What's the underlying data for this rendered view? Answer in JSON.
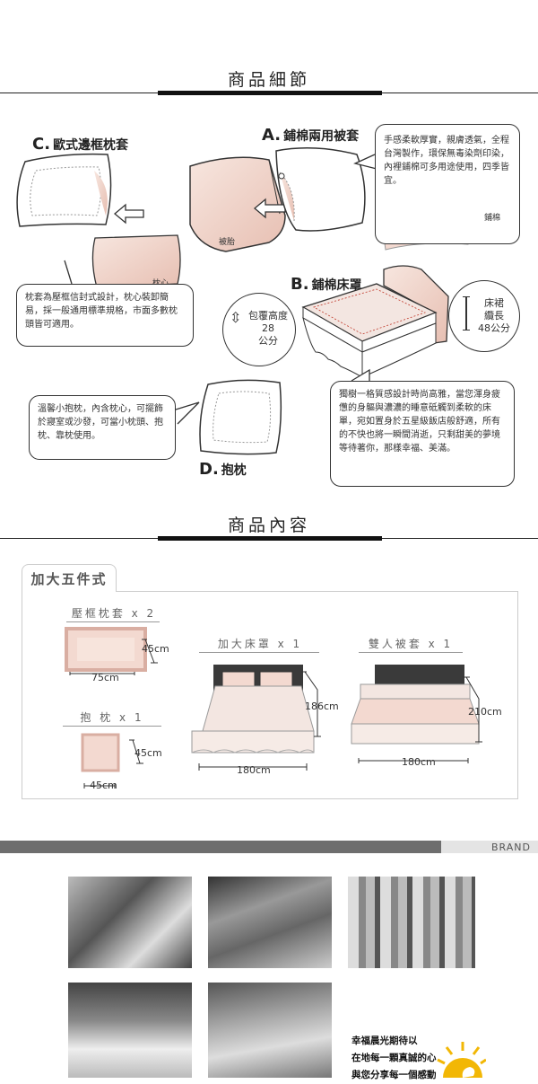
{
  "sections": {
    "details_title": "商品細節",
    "contents_title": "商品內容"
  },
  "details": {
    "a": {
      "letter": "A.",
      "title": "鋪棉兩用被套",
      "desc": "手感柔軟厚實，親膚透氣，全程台灣製作，環保無毒染劑印染，內裡鋪棉可多用途使用，四季皆宜。",
      "tag_inner": "鋪棉",
      "tag_quilt": "被胎"
    },
    "b": {
      "letter": "B.",
      "title": "鋪棉床罩",
      "cover_label": "包覆高度",
      "cover_value": "28",
      "cover_unit": "公分",
      "skirt_label1": "床裙",
      "skirt_label2": "纜長",
      "skirt_value": "48公分",
      "desc": "獨樹一格質感設計時尚高雅，當您渾身疲憊的身軀與濃濃的睡意砥觸到柔軟的床單，宛如置身於五星級飯店般舒適，所有的不快也將一瞬間消逝，只剩甜美的夢境等待著你，那樣幸福、美滿。"
    },
    "c": {
      "letter": "C.",
      "title": "歐式邊框枕套",
      "tag_core": "枕心",
      "desc": "枕套為壓框信封式設計，枕心裝卸簡易，採一般通用標準規格，市面多數枕頭皆可適用。"
    },
    "d": {
      "letter": "D.",
      "title": "抱枕",
      "desc": "溫馨小抱枕，內含枕心，可擺飾於寢室或沙發，可當小枕頭、抱枕、靠枕使用。"
    }
  },
  "contents": {
    "set_name": "加大五件式",
    "pillowcase": {
      "label": "壓框枕套 x 2",
      "w": "75cm",
      "h": "45cm"
    },
    "cushion": {
      "label": "抱 枕 x 1",
      "w": "45cm",
      "h": "45cm"
    },
    "bedspread": {
      "label": "加大床罩 x 1",
      "w": "180cm",
      "h": "186cm"
    },
    "duvet": {
      "label": "雙人被套 x 1",
      "w": "180cm",
      "h": "210cm"
    }
  },
  "brand": {
    "label": "BRAND",
    "slogan": [
      "幸福晨光期待以",
      "在地每一顆真誠的心",
      "與您分享每一個感動"
    ]
  },
  "colors": {
    "pink": "#f3d9d0",
    "pink_dark": "#d9aea2",
    "dark_bar": "#6e6e6e"
  }
}
